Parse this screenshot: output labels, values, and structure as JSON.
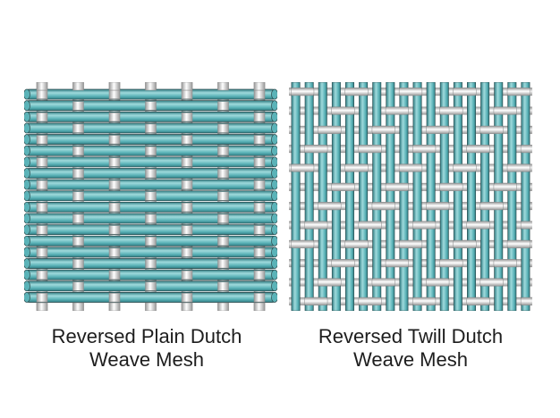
{
  "panels": {
    "plain": {
      "caption_line1": "Reversed Plain Dutch",
      "caption_line2": "Weave Mesh",
      "warp_wire_count": 7,
      "weft_wire_count": 19
    },
    "twill": {
      "caption_line1": "Reversed Twill Dutch",
      "caption_line2": "Weave Mesh",
      "warp_wire_count": 18,
      "weft_wire_count": 12
    }
  },
  "colors": {
    "teal": "#5bb3b8",
    "teal_dark": "#2f7c82",
    "teal_light": "#9fdadc",
    "silver": "#e4e4e4",
    "silver_dark": "#9a9a9a",
    "outline": "#2b4a4c",
    "text": "#1d1d1d",
    "background": "#ffffff"
  }
}
